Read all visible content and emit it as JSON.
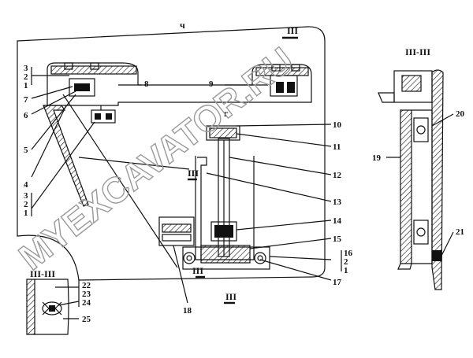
{
  "watermark": "MYEXCAVATOR.RU",
  "view_labels": {
    "top_letter": "ч",
    "small_letter": "г",
    "section_top": "III",
    "section_right_title": "III-III",
    "section_bottom_small": "III",
    "section_bottom_large": "III",
    "section_mid_small": "III",
    "section_inset_title": "III-III"
  },
  "callouts": [
    {
      "id": "c3a",
      "label": "3"
    },
    {
      "id": "c2a",
      "label": "2"
    },
    {
      "id": "c1a",
      "label": "1"
    },
    {
      "id": "c7",
      "label": "7"
    },
    {
      "id": "c6",
      "label": "6"
    },
    {
      "id": "c5",
      "label": "5"
    },
    {
      "id": "c4",
      "label": "4"
    },
    {
      "id": "c3b",
      "label": "3"
    },
    {
      "id": "c2b",
      "label": "2"
    },
    {
      "id": "c1b",
      "label": "1"
    },
    {
      "id": "c8",
      "label": "8"
    },
    {
      "id": "c9",
      "label": "9"
    },
    {
      "id": "c10",
      "label": "10"
    },
    {
      "id": "c11",
      "label": "11"
    },
    {
      "id": "c12",
      "label": "12"
    },
    {
      "id": "c13",
      "label": "13"
    },
    {
      "id": "c14",
      "label": "14"
    },
    {
      "id": "c15",
      "label": "15"
    },
    {
      "id": "c16",
      "label": "16"
    },
    {
      "id": "c2c",
      "label": "2"
    },
    {
      "id": "c1c",
      "label": "1"
    },
    {
      "id": "c17",
      "label": "17"
    },
    {
      "id": "c18",
      "label": "18"
    },
    {
      "id": "c19",
      "label": "19"
    },
    {
      "id": "c20",
      "label": "20"
    },
    {
      "id": "c21",
      "label": "21"
    },
    {
      "id": "c22",
      "label": "22"
    },
    {
      "id": "c23",
      "label": "23"
    },
    {
      "id": "c24",
      "label": "24"
    },
    {
      "id": "c25",
      "label": "25"
    }
  ]
}
